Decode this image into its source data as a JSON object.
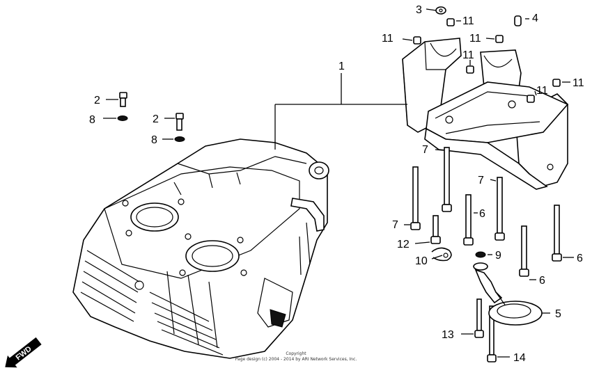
{
  "callouts": {
    "c1": "1",
    "c2a": "2",
    "c2b": "2",
    "c3": "3",
    "c4": "4",
    "c5": "5",
    "c6a": "6",
    "c6b": "6",
    "c6c": "6",
    "c7a": "7",
    "c7b": "7",
    "c7c": "7",
    "c8a": "8",
    "c8b": "8",
    "c9": "9",
    "c10": "10",
    "c11a": "11",
    "c11b": "11",
    "c11c": "11",
    "c11d": "11",
    "c11e": "11",
    "c11f": "11",
    "c12": "12",
    "c13": "13",
    "c14": "14"
  },
  "fwd_label": "FWD",
  "copyright": {
    "line1": "Copyright",
    "line2": "Page design (c) 2004 - 2014 by ARI Network Services, Inc."
  }
}
